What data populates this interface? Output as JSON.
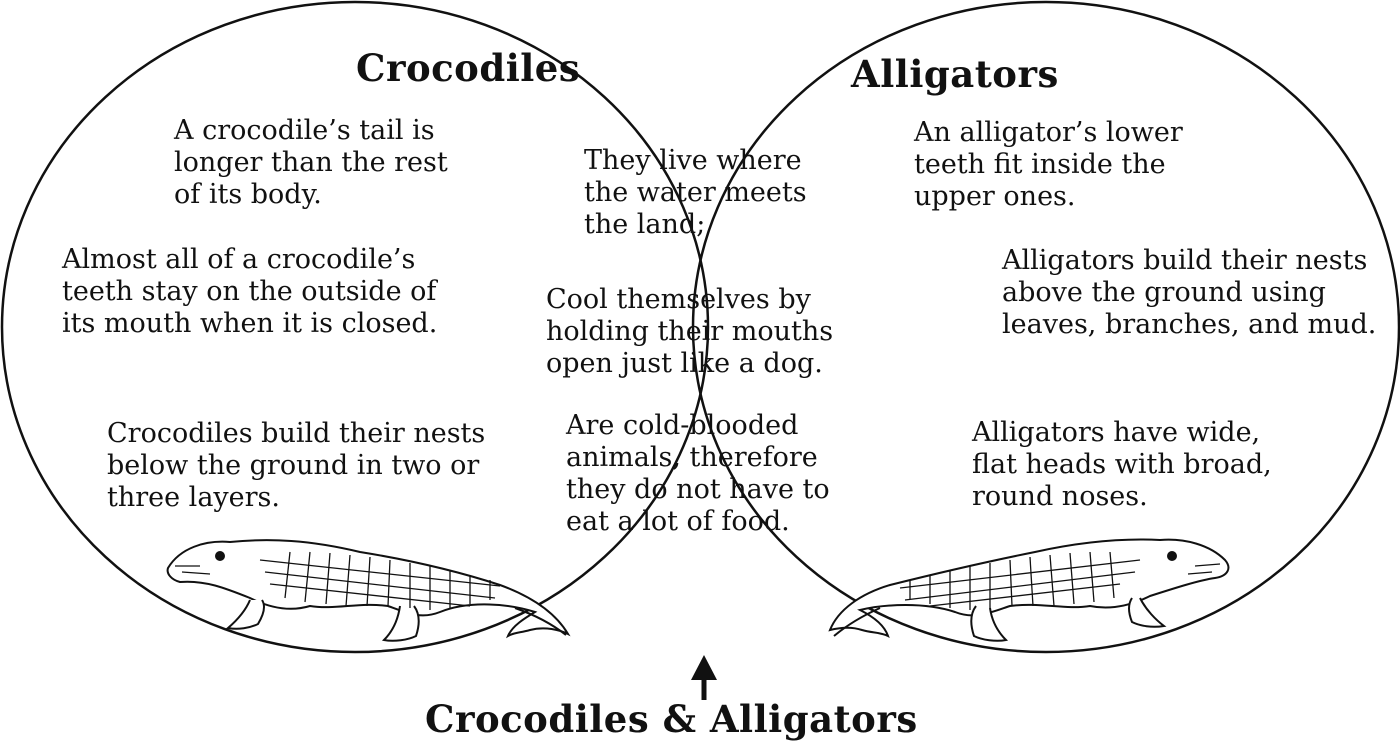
{
  "left_circle": {
    "title": "Crocodiles",
    "facts": [
      "A crocodile’s tail is longer than the rest of its body.",
      "Almost all of a crocodile’s teeth stay on the outside of its mouth when it is closed.",
      "Crocodiles build their nests below the ground in two or three layers."
    ],
    "illustration": "crocodile-illustration"
  },
  "overlap": {
    "label": "Crocodiles & Alligators",
    "facts": [
      "They live where the water meets the land;",
      "Cool themselves by holding their mouths open just like a dog.",
      "Are cold-blooded animals, therefore they do not have to eat a lot of food."
    ],
    "pointer": "arrow-up-icon"
  },
  "right_circle": {
    "title": "Alligators",
    "facts": [
      "An alligator’s lower teeth fit inside the upper ones.",
      "Alligators build their nests above the ground using leaves, branches, and mud.",
      "Alligators have wide, flat heads with broad, round noses."
    ],
    "illustration": "alligator-illustration"
  },
  "colors": {
    "ink": "#111111",
    "background": "#ffffff"
  }
}
